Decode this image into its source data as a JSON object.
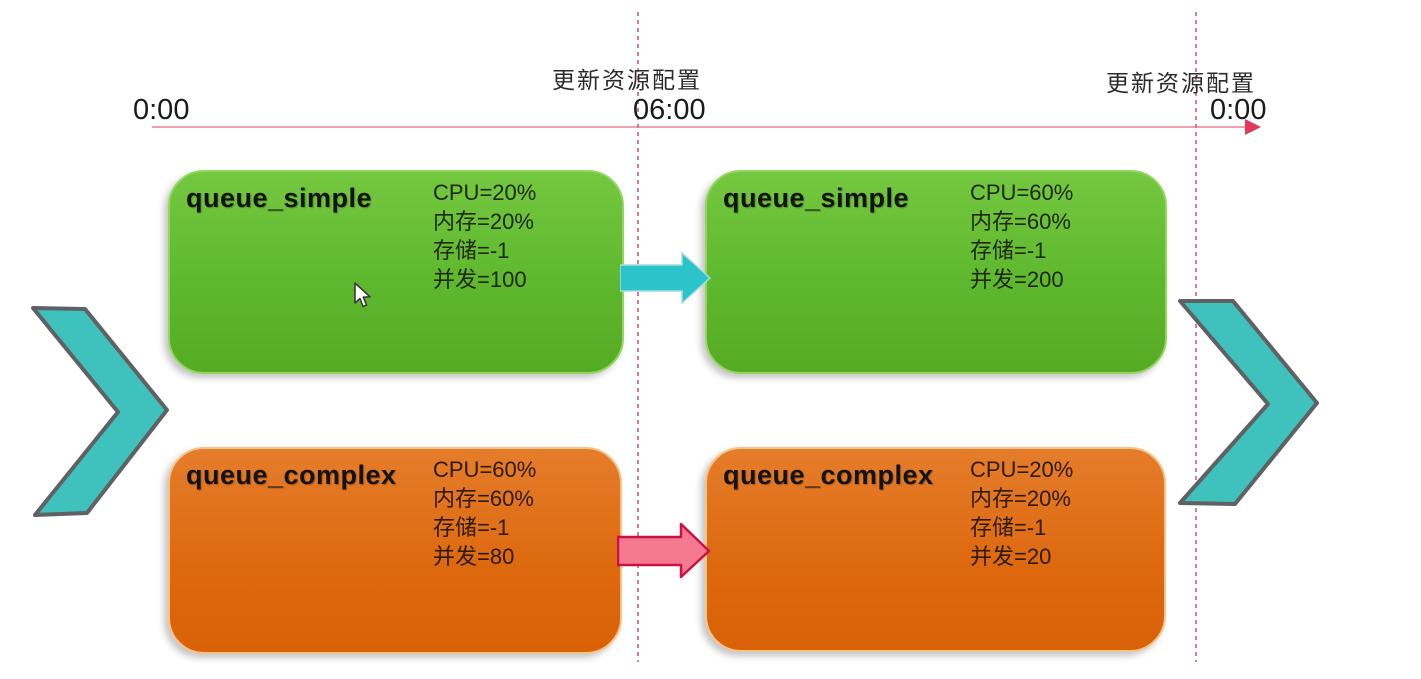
{
  "diagram": {
    "timeline": {
      "start_time": "0:00",
      "update1_label": "更新资源配置",
      "update1_time": "06:00",
      "update2_label": "更新资源配置",
      "update2_time": "0:00"
    },
    "queues": [
      {
        "id": "simple-before",
        "title": "queue_simple",
        "stats": [
          "CPU=20%",
          "内存=20%",
          "存储=-1",
          "并发=100"
        ]
      },
      {
        "id": "simple-after",
        "title": "queue_simple",
        "stats": [
          "CPU=60%",
          "内存=60%",
          "存储=-1",
          "并发=200"
        ]
      },
      {
        "id": "complex-before",
        "title": "queue_complex",
        "stats": [
          "CPU=60%",
          "内存=60%",
          "存储=-1",
          "并发=80"
        ]
      },
      {
        "id": "complex-after",
        "title": "queue_complex",
        "stats": [
          "CPU=20%",
          "内存=20%",
          "存储=-1",
          "并发=20"
        ]
      }
    ],
    "colors": {
      "queue_simple_fill": "#5eb82e",
      "queue_complex_fill": "#dd680e",
      "chevron_fill": "#3fc1bd",
      "chevron_stroke": "#5f6163",
      "arrow_simple_fill": "#2bc4cb",
      "arrow_complex_fill": "#f5798f",
      "arrow_complex_stroke": "#c91243",
      "timeline_line": "#f2a0ac",
      "timeline_arrowhead": "#e23a5c",
      "dashed_line": "#d2808d"
    }
  }
}
